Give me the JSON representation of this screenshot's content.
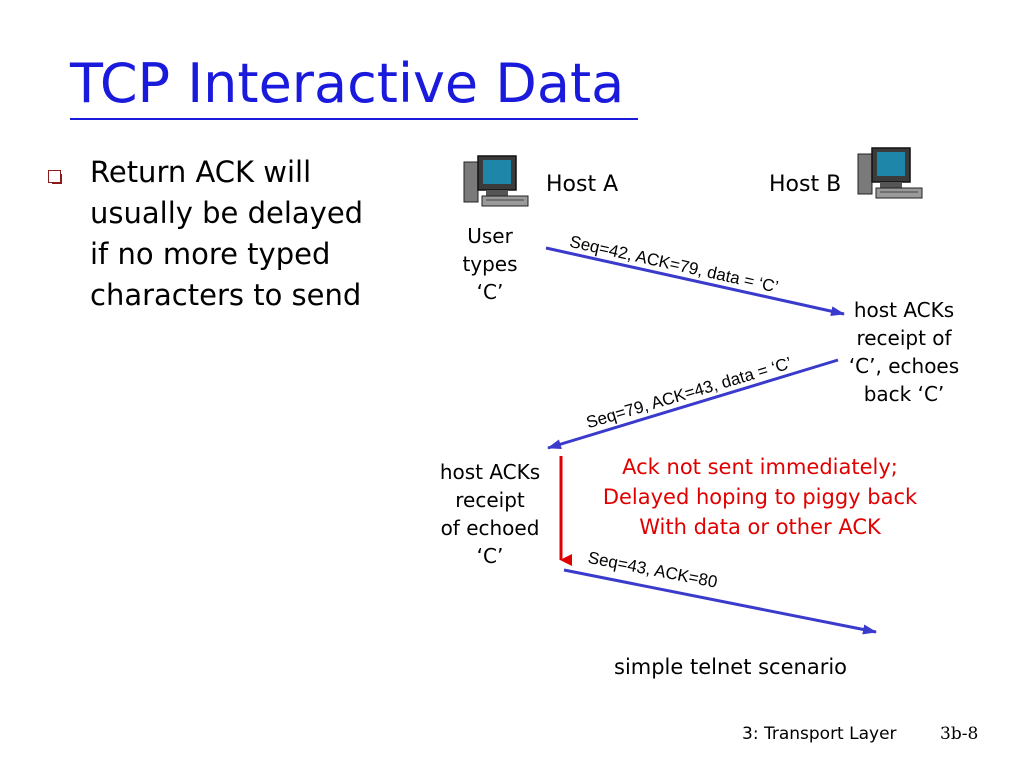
{
  "title": "TCP Interactive Data",
  "bullet": {
    "lines": [
      "Return ACK will",
      "usually be delayed",
      "if no more typed",
      "characters to send"
    ]
  },
  "hosts": {
    "a_label": "Host A",
    "b_label": "Host B",
    "a_icon": "computer-icon",
    "b_icon": "computer-icon"
  },
  "user_types": [
    "User",
    "types",
    "‘C’"
  ],
  "host_b_acks": [
    "host ACKs",
    "receipt of",
    "‘C’, echoes",
    "back ‘C’"
  ],
  "host_a_acks": [
    "host ACKs",
    "receipt",
    "of echoed",
    "‘C’"
  ],
  "messages": {
    "m1": "Seq=42, ACK=79, data = ‘C’",
    "m2": "Seq=79, ACK=43, data = ‘C’",
    "m3": "Seq=43, ACK=80"
  },
  "red_note": [
    "Ack not sent immediately;",
    "Delayed hoping to piggy back",
    "With data or other ACK"
  ],
  "caption": "simple telnet scenario",
  "footer": {
    "left": "3: Transport Layer",
    "right": "3b-8"
  },
  "colors": {
    "title": "#1a1adc",
    "arrow": "#3a3acc",
    "red": "#e00000",
    "bullet": "#8b1a1a"
  }
}
